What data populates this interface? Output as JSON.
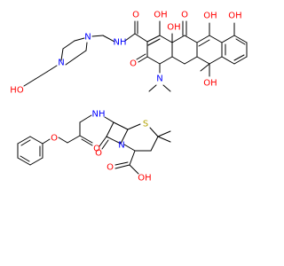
{
  "image": {
    "background": "#ffffff",
    "colors": {
      "carbon": "#000000",
      "oxygen": "#ff0000",
      "nitrogen": "#0000ff",
      "sulfur": "#b2a200"
    }
  },
  "molecules": [
    {
      "id": "tetracycline-derivative",
      "labels": {
        "hydroxyethyl_oh": "HO",
        "piperazine_n1": "N",
        "piperazine_n2": "N",
        "amide_nh": "NH",
        "amide_o": "O",
        "ring_oh_top": "OH",
        "ring_oh_junction": "OH",
        "ketone_top": "O",
        "phenol_oh_1": "OH",
        "phenol_oh_2": "OH",
        "ketone_a": "O",
        "dimethylamino_n": "N",
        "ring_oh_c6": "OH"
      }
    },
    {
      "id": "penicillin-v",
      "labels": {
        "ether_o": "O",
        "amide_nh": "NH",
        "amide_o": "O",
        "sulfur": "S",
        "lactam_n": "N",
        "lactam_o": "O",
        "acid_o": "O",
        "acid_oh": "OH"
      }
    }
  ]
}
